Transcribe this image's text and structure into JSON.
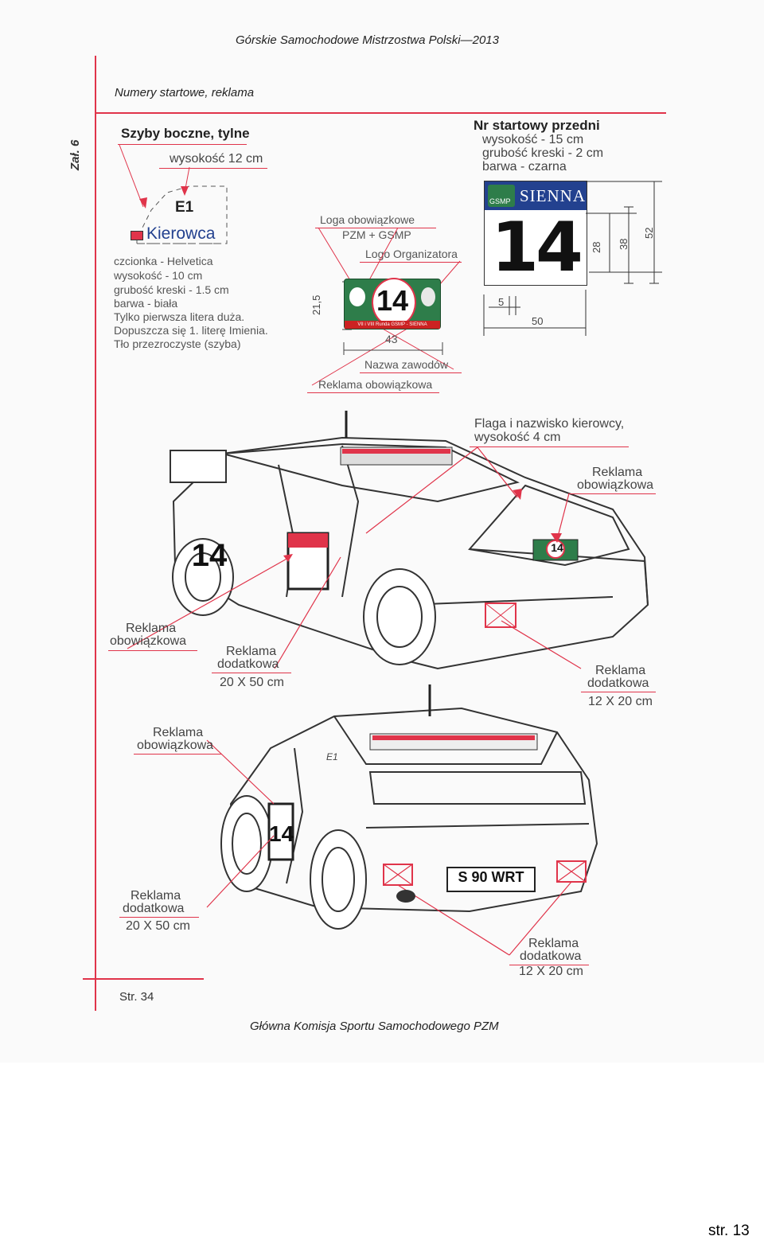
{
  "header": {
    "title": "Górskie Samochodowe Mistrzostwa Polski—2013",
    "subtitle": "Numery startowe, reklama",
    "annex": "Zał. 6"
  },
  "side_windows": {
    "title": "Szyby boczne, tylne",
    "height": "wysokość 12 cm",
    "sample_code": "E1",
    "sample_name": "Kierowca",
    "specs": [
      "czcionka - Helvetica",
      "wysokość - 10 cm",
      "grubość kreski - 1.5 cm",
      "barwa - biała",
      "Tylko  pierwsza  litera  duża.",
      "Dopuszcza się 1. literę Imienia.",
      "Tło przezroczyste (szyba)"
    ]
  },
  "plate_center": {
    "logos_label": "Loga    obowiązkowe",
    "logos_sub": "PZM + GSMP",
    "organizer_logo": "Logo Organizatora",
    "number": "14",
    "height_dim": "21,5",
    "width_dim": "43",
    "event_name": "Nazwa zawodów",
    "mandatory_ad": "Reklama obowiązkowa",
    "strip_text": "VII i VIII Runda GSMP - SIENNA"
  },
  "front_number": {
    "title": "Nr startowy przedni",
    "specs": [
      "wysokość - 15 cm",
      "grubość kreski - 2 cm",
      "barwa - czarna"
    ],
    "brand": "SIENNA",
    "brand_small": "GSMP",
    "number": "14",
    "dim_stroke": "5",
    "dim_width": "50",
    "dim_28": "28",
    "dim_38": "38",
    "dim_52": "52"
  },
  "front_car": {
    "flag_label": [
      "Flaga i nazwisko kierowcy,",
      "wysokość 4 cm"
    ],
    "ad_mandatory_right": [
      "Reklama",
      "obowiązkowa"
    ],
    "ad_mandatory_left": [
      "Reklama",
      "obowiązkowa"
    ],
    "ad_extra_door": [
      "Reklama",
      "dodatkowa",
      "20 X 50 cm"
    ],
    "ad_extra_bumper": [
      "Reklama",
      "dodatkowa",
      "12 X 20 cm"
    ],
    "door_number": "14",
    "hood_number": "14"
  },
  "rear_car": {
    "ad_mandatory": [
      "Reklama",
      "obowiązkowa"
    ],
    "ad_extra_door": [
      "Reklama",
      "dodatkowa",
      "20 X 50 cm"
    ],
    "ad_extra_bumper": [
      "Reklama",
      "dodatkowa",
      "12 X 20 cm"
    ],
    "license_plate": "S 90 WRT",
    "door_number": "14",
    "window_code": "E1"
  },
  "footer": {
    "page_inner": "Str. 34",
    "org": "Główna Komisja Sportu Samochodowego PZM",
    "page_outer": "str. 13"
  },
  "colors": {
    "accent_red": "#e0344a",
    "plate_green": "#2e7d4a",
    "plate_blue": "#23418f"
  }
}
